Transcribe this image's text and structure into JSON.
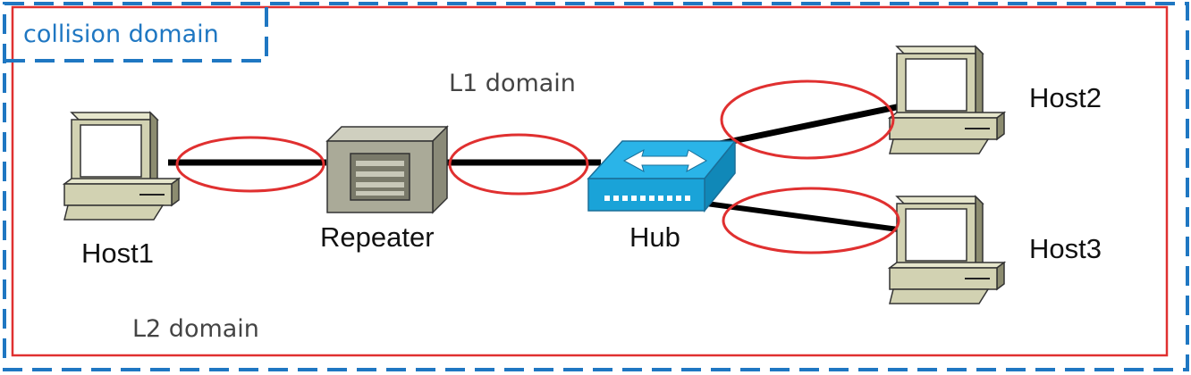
{
  "diagram": {
    "collision_domain_label": "collision domain",
    "l1_domain_label": "L1 domain",
    "l2_domain_label": "L2 domain",
    "nodes": {
      "host1": "Host1",
      "repeater": "Repeater",
      "hub": "Hub",
      "host2": "Host2",
      "host3": "Host3"
    },
    "colors": {
      "collision_border": "#1f77c2",
      "l2_border": "#e03030",
      "collision_ellipse": "#e03030",
      "link": "#000000",
      "hub_fill": "#1aa3d8"
    }
  }
}
